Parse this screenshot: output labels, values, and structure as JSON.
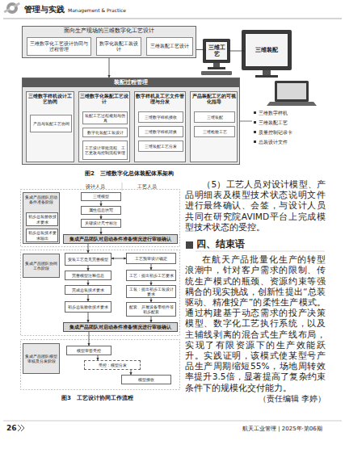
{
  "diagram": {
    "nodes": [
      {
        "text": [
          "面向生产现场的三维数字化工艺设计"
        ]
      },
      {
        "text": [
          "三维数字化工艺设计协同与过程管理"
        ],
        "in": 0
      },
      {
        "text": [
          "数字化装配工装设计"
        ],
        "in": 0
      },
      {
        "text": [
          "三维装配工艺设计"
        ],
        "in": 0
      },
      {
        "text": [
          "三维工艺"
        ]
      },
      {
        "text": [
          "三维装配"
        ]
      },
      {
        "text": [
          "装配过程管理"
        ]
      },
      {
        "text": [
          "三维数字样机设计工艺协同"
        ],
        "in": 6
      },
      {
        "text": [
          "产品与装配工艺协同"
        ],
        "in": 7
      },
      {
        "text": [
          "三维数字化装配工艺设计"
        ],
        "in": 6
      },
      {
        "text": [
          "装配工艺过程规划与仿真"
        ],
        "in": 9
      },
      {
        "text": [
          "数字化装配工装设计"
        ],
        "in": 9
      },
      {
        "text": [
          "工艺设计审批流程、工艺更改与控制流程管理"
        ],
        "in": 9
      },
      {
        "text": [
          "数字样机及工艺文件管理与分发"
        ],
        "in": 6
      },
      {
        "text": [
          "三维数字样机接收"
        ],
        "in": 13
      },
      {
        "text": [
          "三维数字样机转换"
        ],
        "in": 13
      },
      {
        "text": [
          "三维装配工艺分发"
        ],
        "in": 13
      },
      {
        "text": [
          "产品装配工艺的可视化指导"
        ],
        "in": 6
      },
      {
        "text": [
          "三维装配"
        ],
        "in": 17
      },
      {
        "text": [
          "三维检验工艺"
        ],
        "in": 17
      },
      {
        "text": [
          "集成产品团队启动条件准备阶段"
        ]
      },
      {
        "text": [
          "初步总装验收技术要求"
        ],
        "in": 20
      },
      {
        "text": [
          "初步总装技术要求输出"
        ],
        "in": 20
      },
      {
        "text": [
          "三维模型"
        ]
      },
      {
        "text": [
          "属性信息填写"
        ]
      },
      {
        "text": [
          "关键设计尺寸标注"
        ]
      },
      {
        "text": [
          "集成产品团队对启动条件准备情况进行审核确认"
        ]
      },
      {
        "text": [
          "集成产品团队协同工作阶段"
        ]
      },
      {
        "text": [
          "安装工艺意见完善模型"
        ]
      },
      {
        "text": [
          "工艺预审设计确定"
        ]
      },
      {
        "text": [
          "完善模型注释信息"
        ]
      },
      {
        "text": [
          "工艺：提出初步工艺要求"
        ]
      },
      {
        "text": [
          "完成总装技术要求"
        ]
      },
      {
        "text": [
          "工装：提出初步工装设计要求"
        ]
      },
      {
        "text": [
          "初步总装验收技术要求"
        ]
      },
      {
        "text": [
          "配套、开展设备零组件等初步配套"
        ]
      },
      {
        "text": [
          "集成产品团队对启动条件准备情况进行审核确认"
        ]
      },
      {
        "text": [
          "集成产品团队模型审核及分发阶段"
        ]
      },
      {
        "text": [
          "模型审签受控"
        ]
      },
      {
        "text": [
          "受控：模型分发"
        ]
      },
      {
        "text": [
          "模型接收"
        ]
      }
    ],
    "edges": [
      {
        "from": 0,
        "to": 4,
        "arrow": "to"
      },
      {
        "from": 4,
        "to": 5,
        "arrow": "to"
      },
      {
        "from": 0,
        "to": 6,
        "arrow": "to"
      },
      {
        "from": 23,
        "to": 24,
        "arrow": "to"
      },
      {
        "from": 24,
        "to": 25,
        "arrow": "to"
      },
      {
        "from": 25,
        "to": 26,
        "arrow": "to"
      },
      {
        "from": 26,
        "to": 28,
        "arrow": "to"
      },
      {
        "from": 28,
        "to": 29,
        "arrow": "both"
      },
      {
        "from": 28,
        "to": 30,
        "arrow": "to"
      },
      {
        "from": 30,
        "to": 32,
        "arrow": "to"
      },
      {
        "from": 32,
        "to": 34,
        "arrow": "to"
      },
      {
        "from": 34,
        "to": 36,
        "arrow": "to"
      },
      {
        "from": 29,
        "to": 31,
        "arrow": "to"
      },
      {
        "from": 31,
        "to": 33,
        "arrow": "to"
      },
      {
        "from": 33,
        "to": 35,
        "arrow": "to"
      },
      {
        "from": 35,
        "to": 36,
        "arrow": "to"
      },
      {
        "from": 36,
        "to": 38,
        "arrow": "to"
      },
      {
        "from": 38,
        "to": 39,
        "arrow": "to"
      },
      {
        "from": 39,
        "to": 40,
        "arrow": "to"
      }
    ],
    "labels": [
      "管理与实践",
      "Management & Practice",
      "三维数字样机",
      "三维装配工艺",
      "质量控制记录卡",
      "总装设计文件",
      "图2　三维数字化总体装配体系架构",
      "设计人员",
      "工艺人员",
      "图3　工艺设计协同工作流程",
      "（5）工艺人员对设计模型、产品明细表及模型技术状态说明文件进行最终确认、会签，与设计人员共同在研究院AVIMD平台上完成模型技术状态的受控。",
      "四、结束语",
      "在航天产品批量化生产的转型浪潮中，针对客户需求的限制、传统生产模式的瓶颈、资源约束等强耦合的现实挑战，创新性提出“总装驱动、精准投产”的柔性生产模式。通过构建基于动态需求的投产决策模型、数字化工艺执行系统，以及主辅线剥离的混合式生产线布局，实现了有限资源下的生产效能跃升。实践证明，该模式使某型号产品生产周期缩短55%，场地周转效率提升3.5倍，显著提高了复杂约束条件下的规模化交付能力。",
      "（责任编辑 李婷）",
      "26",
      "航天工业管理 | 2025年·第06期"
    ]
  }
}
